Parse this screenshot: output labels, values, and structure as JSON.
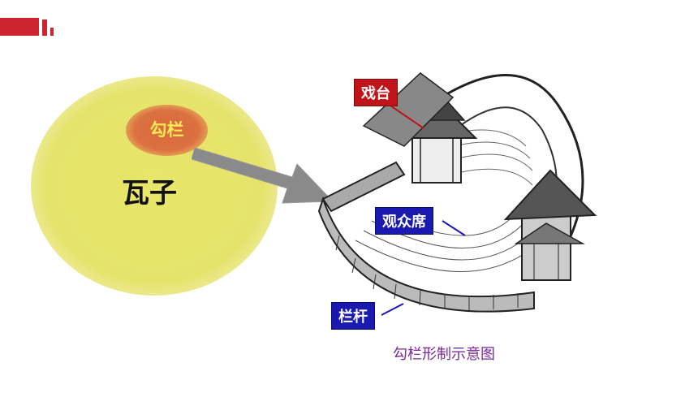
{
  "labels": {
    "goulan": "勾栏",
    "wazi": "瓦子",
    "stage": "戏台",
    "seats": "观众席",
    "railing": "栏杆",
    "caption": "勾栏形制示意图"
  },
  "colors": {
    "accent_red": "#cc2530",
    "circle_yellow": "#e5e36b",
    "blob_orange": "#d96a3a",
    "stage_label_bg": "#c0141b",
    "blue_label_bg": "#1a1ab0",
    "caption_purple": "#7a2a9a"
  }
}
